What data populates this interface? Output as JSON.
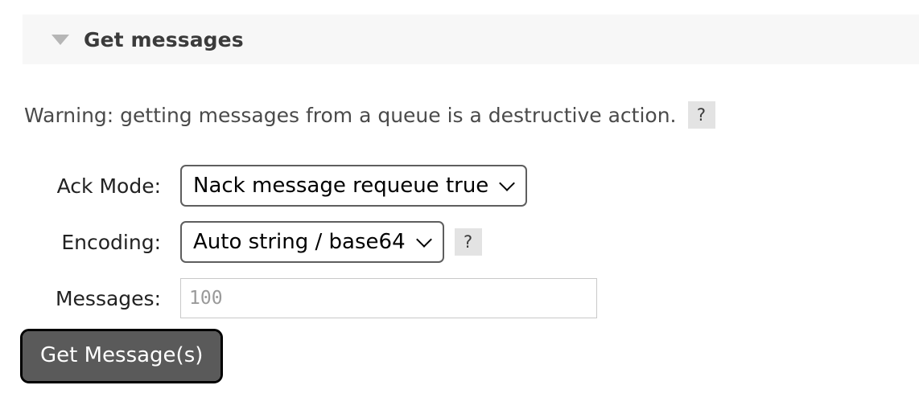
{
  "section": {
    "title": "Get messages",
    "collapse_icon": "triangle-down-icon",
    "expanded": true
  },
  "warning": {
    "text": "Warning: getting messages from a queue is a destructive action.",
    "help_label": "?"
  },
  "form": {
    "ack_mode": {
      "label": "Ack Mode:",
      "value": "Nack message requeue true",
      "chevron_icon": "chevron-down-icon"
    },
    "encoding": {
      "label": "Encoding:",
      "value": "Auto string / base64",
      "chevron_icon": "chevron-down-icon",
      "help_label": "?"
    },
    "messages": {
      "label": "Messages:",
      "value": "",
      "placeholder": "100"
    }
  },
  "actions": {
    "get_messages_label": "Get Message(s)"
  },
  "colors": {
    "header_bg": "#f7f7f7",
    "badge_bg": "#e3e3e3",
    "button_bg": "#5a5a5a",
    "button_outline": "#000000",
    "text_dark": "#222222",
    "warning_text": "#4a4a4a",
    "triangle": "#b6b6b6"
  }
}
